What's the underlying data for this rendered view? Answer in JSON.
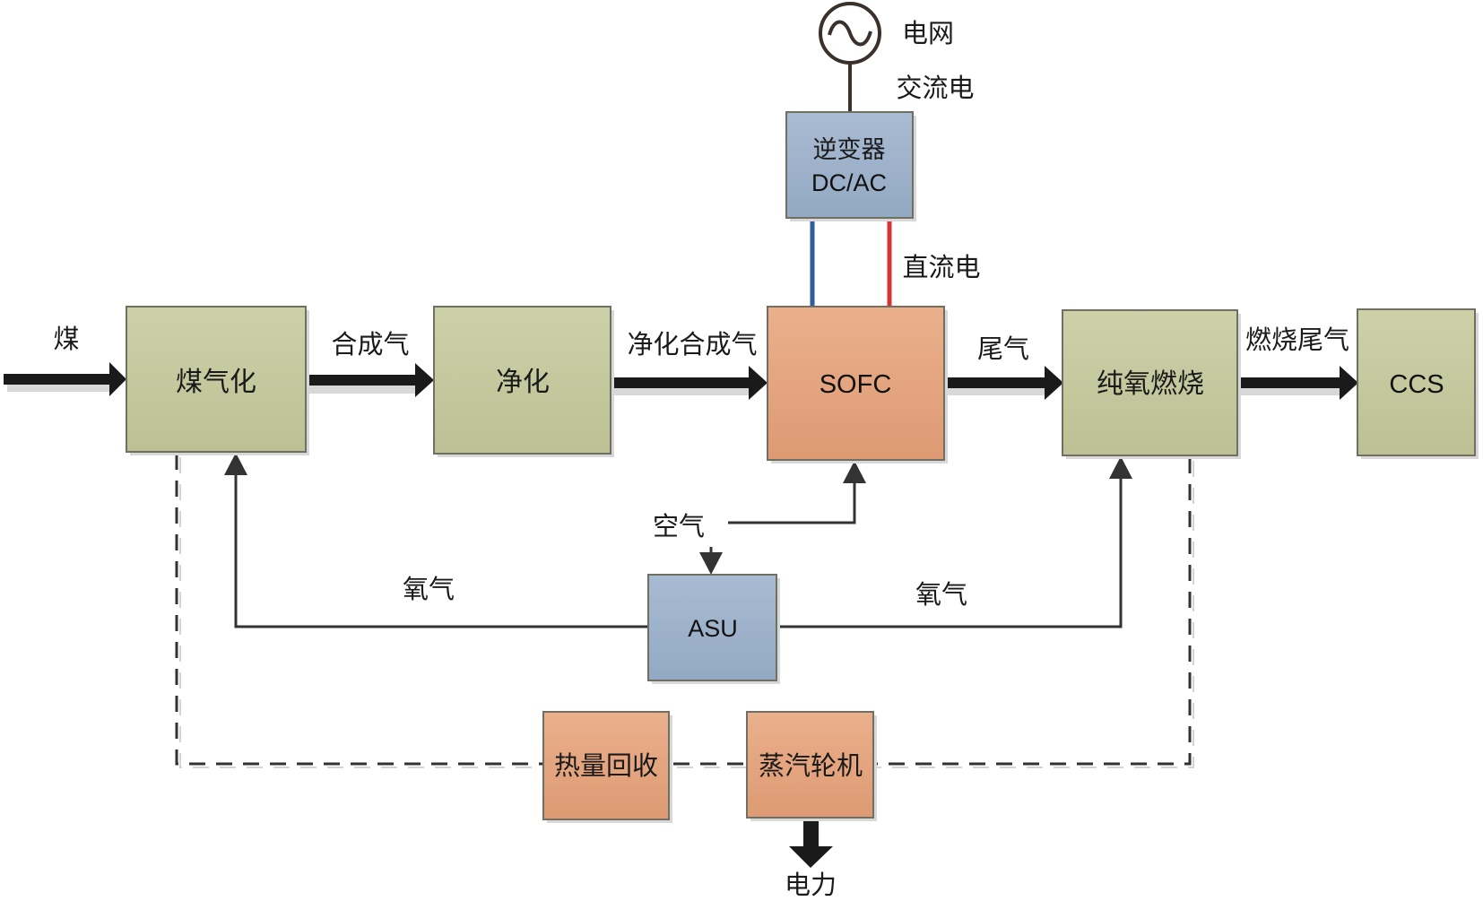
{
  "title": "Coal gasification SOFC power system with oxy-fuel combustion and CCS",
  "colors": {
    "process_green_top": "#cdd1a8",
    "process_green_bottom": "#bcc094",
    "orange_top": "#eab08c",
    "orange_bottom": "#dd9a73",
    "blue_top": "#a9bbd2",
    "blue_bottom": "#93a9c3",
    "dc_negative": "#2f5e9e",
    "dc_positive": "#d93434",
    "line": "#333333",
    "thick_arrow": "#1a1a1a"
  },
  "nodes": {
    "grid": {
      "label": "电网",
      "symbol": "ac-source-icon"
    },
    "inverter": {
      "line1": "逆变器",
      "line2": "DC/AC"
    },
    "gasifier": {
      "label": "煤气化"
    },
    "purifier": {
      "label": "净化"
    },
    "sofc": {
      "label": "SOFC"
    },
    "oxy_combustion": {
      "label": "纯氧燃烧"
    },
    "ccs": {
      "label": "CCS"
    },
    "asu": {
      "label": "ASU"
    },
    "heat_recovery": {
      "label": "热量回收"
    },
    "steam_turbine": {
      "label": "蒸汽轮机"
    }
  },
  "flows": {
    "coal": "煤",
    "syngas": "合成气",
    "clean_syngas": "净化合成气",
    "tail_gas": "尾气",
    "flue_gas": "燃烧尾气",
    "air": "空气",
    "oxygen_left": "氧气",
    "oxygen_right": "氧气",
    "ac": "交流电",
    "dc": "直流电",
    "power": "电力"
  }
}
